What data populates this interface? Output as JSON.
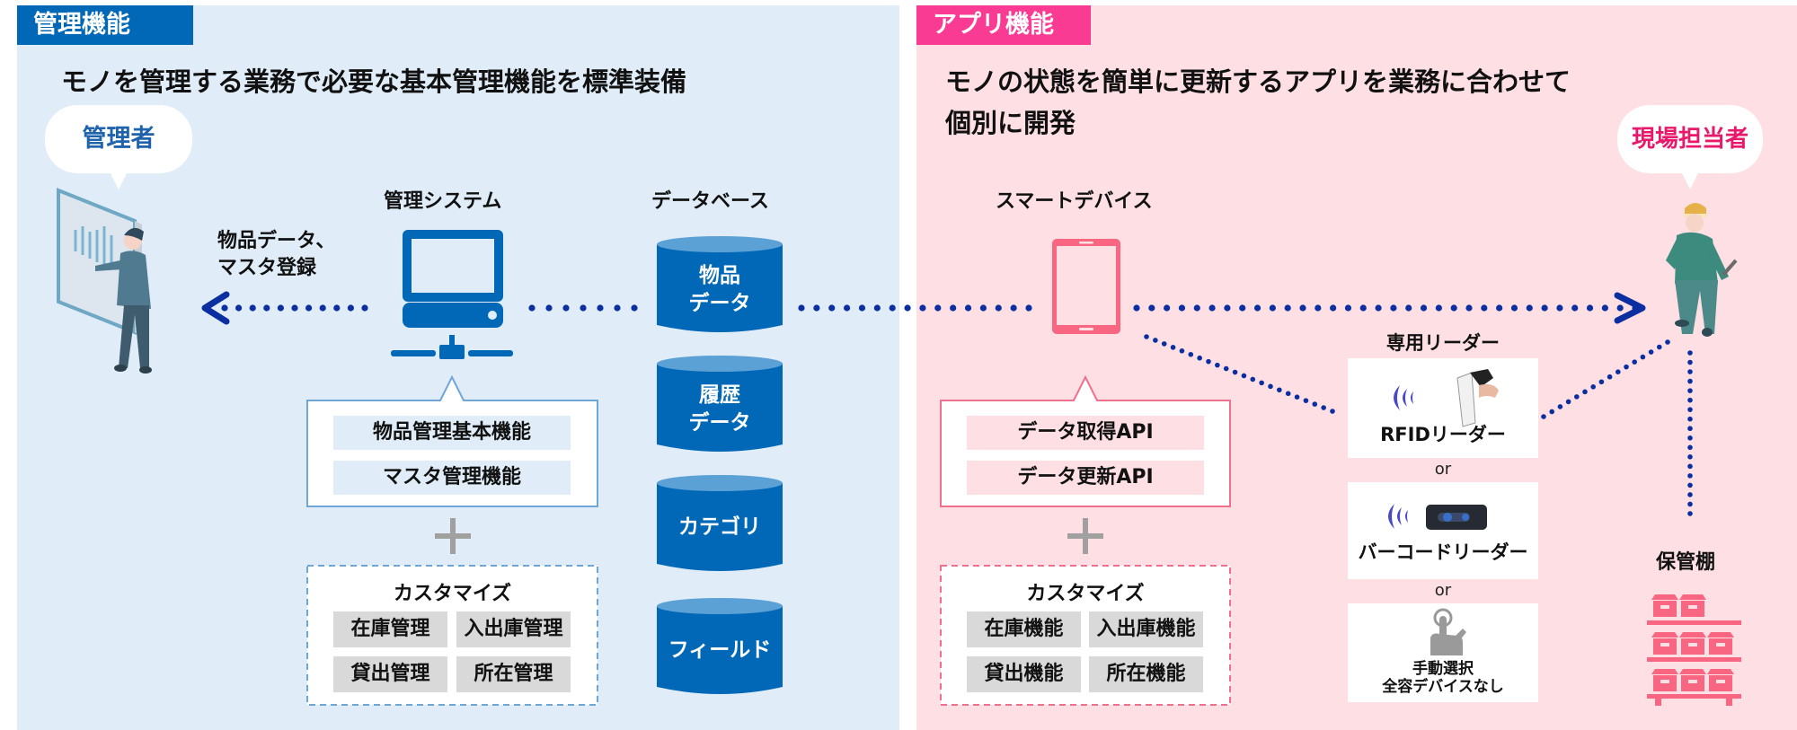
{
  "left": {
    "tab_label": "管理機能",
    "headline": "モノを管理する業務で必要な基本管理機能を標準装備",
    "actor_bubble": "管理者",
    "arrow_label_line1": "物品データ、",
    "arrow_label_line2": "マスタ登録",
    "system_title": "管理システム",
    "standard_features": [
      "物品管理基本機能",
      "マスタ管理機能"
    ],
    "customize_title": "カスタマイズ",
    "customize_items": [
      "在庫管理",
      "入出庫管理",
      "貸出管理",
      "所在管理"
    ]
  },
  "database": {
    "title": "データベース",
    "tables": [
      {
        "line1": "物品",
        "line2": "データ"
      },
      {
        "line1": "履歴",
        "line2": "データ"
      },
      {
        "line1": "カテゴリ",
        "line2": ""
      },
      {
        "line1": "フィールド",
        "line2": ""
      }
    ]
  },
  "right": {
    "tab_label": "アプリ機能",
    "headline_line1": "モノの状態を簡単に更新するアプリを業務に合わせて",
    "headline_line2": "個別に開発",
    "actor_bubble": "現場担当者",
    "device_title": "スマートデバイス",
    "api_features": [
      "データ取得API",
      "データ更新API"
    ],
    "customize_title": "カスタマイズ",
    "customize_items": [
      "在庫機能",
      "入出庫機能",
      "貸出機能",
      "所在機能"
    ],
    "reader_title": "専用リーダー",
    "readers": [
      {
        "label": "RFIDリーダー"
      },
      {
        "label": "バーコードリーダー"
      },
      {
        "label_line1": "手動選択",
        "label_line2": "全容デバイスなし"
      }
    ],
    "or_label": "or",
    "shelf_title": "保管棚"
  },
  "colors": {
    "left_accent": "#0068b7",
    "right_accent": "#f93b93",
    "left_bg": "#e0edf8",
    "right_bg": "#fddfe4",
    "connector": "#0b2ea0",
    "device_pink": "#f96681"
  }
}
